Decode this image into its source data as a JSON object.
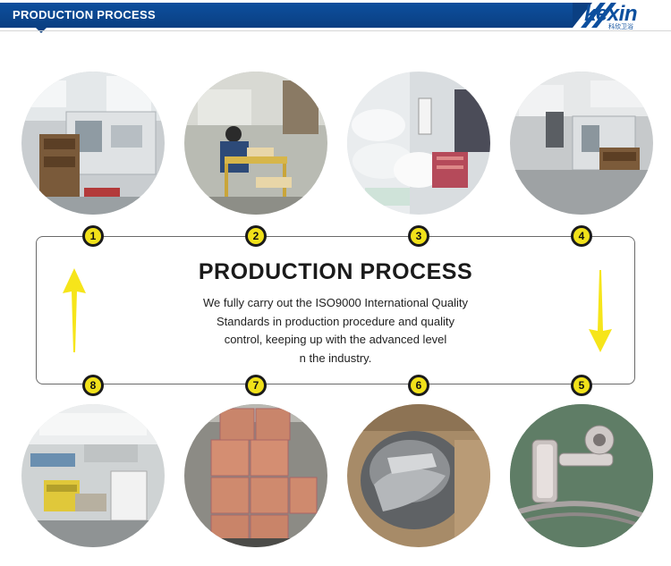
{
  "header": {
    "title": "PRODUCTION PROCESS",
    "logo": "kexin",
    "logo_sub": "科欣卫浴"
  },
  "panel": {
    "title": "PRODUCTION PROCESS",
    "lines": [
      "We fully carry out the ISO9000 International Quality",
      "Standards in production procedure and quality",
      "control, keeping up with the advanced level",
      "n the industry."
    ]
  },
  "steps": [
    "1",
    "2",
    "3",
    "4",
    "5",
    "6",
    "7",
    "8"
  ],
  "colors": {
    "header_blue": "#0d4f9e",
    "badge_yellow": "#f1e11a",
    "arrow_yellow": "#f6e51a"
  }
}
